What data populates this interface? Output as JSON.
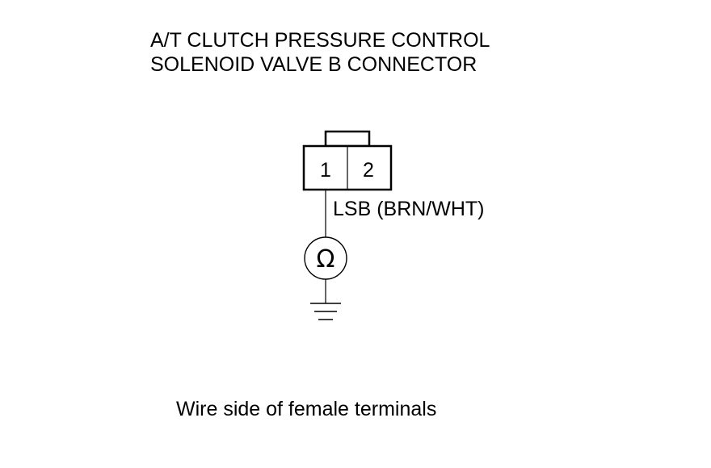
{
  "title": {
    "line1": "A/T CLUTCH PRESSURE CONTROL",
    "line2": "SOLENOID VALVE B CONNECTOR"
  },
  "connector": {
    "pins": [
      {
        "label": "1"
      },
      {
        "label": "2"
      }
    ]
  },
  "wire": {
    "label": "LSB (BRN/WHT)"
  },
  "meter": {
    "symbol": "Ω",
    "icon": "ohmmeter-icon"
  },
  "ground": {
    "icon": "ground-icon"
  },
  "caption": "Wire side of female terminals"
}
